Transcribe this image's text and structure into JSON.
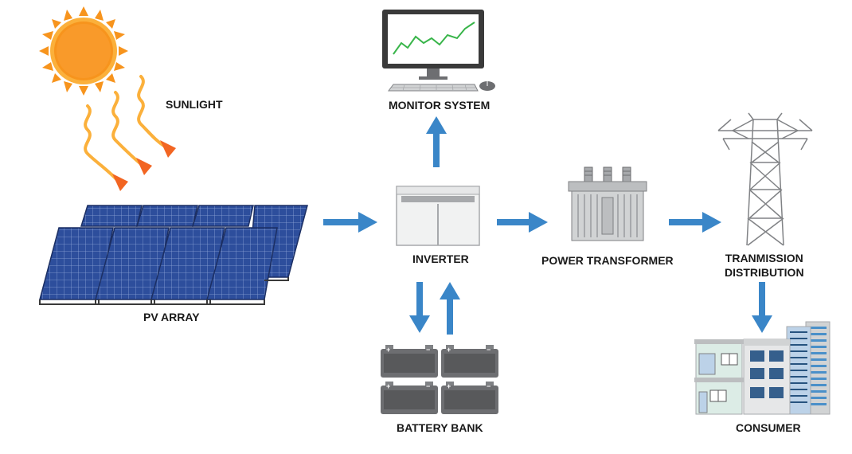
{
  "labels": {
    "sunlight": "SUNLIGHT",
    "pv_array": "PV ARRAY",
    "monitor_system": "MONITOR SYSTEM",
    "inverter": "INVERTER",
    "battery_bank": "BATTERY BANK",
    "power_transformer": "POWER TRANSFORMER",
    "transmission_line1": "TRANMISSION",
    "transmission_line2": "DISTRIBUTION",
    "consumer": "CONSUMER"
  },
  "battery_terminals": {
    "plus": "+",
    "minus": "−"
  },
  "colors": {
    "arrow_blue": "#3a86c8",
    "sun_orange": "#f7941d",
    "sun_yellow": "#fbb03b",
    "sunray_orange": "#f26522",
    "panel_blue": "#2d4e9c",
    "battery_gray": "#6d6e71",
    "monitor_green": "#39b54a"
  },
  "icons": {
    "sun": "sun-icon",
    "pv": "solar-panel-icon",
    "monitor": "computer-monitor-icon",
    "inverter": "inverter-icon",
    "battery": "battery-icon",
    "transformer": "transformer-icon",
    "tower": "transmission-tower-icon",
    "consumer": "building-icon"
  }
}
